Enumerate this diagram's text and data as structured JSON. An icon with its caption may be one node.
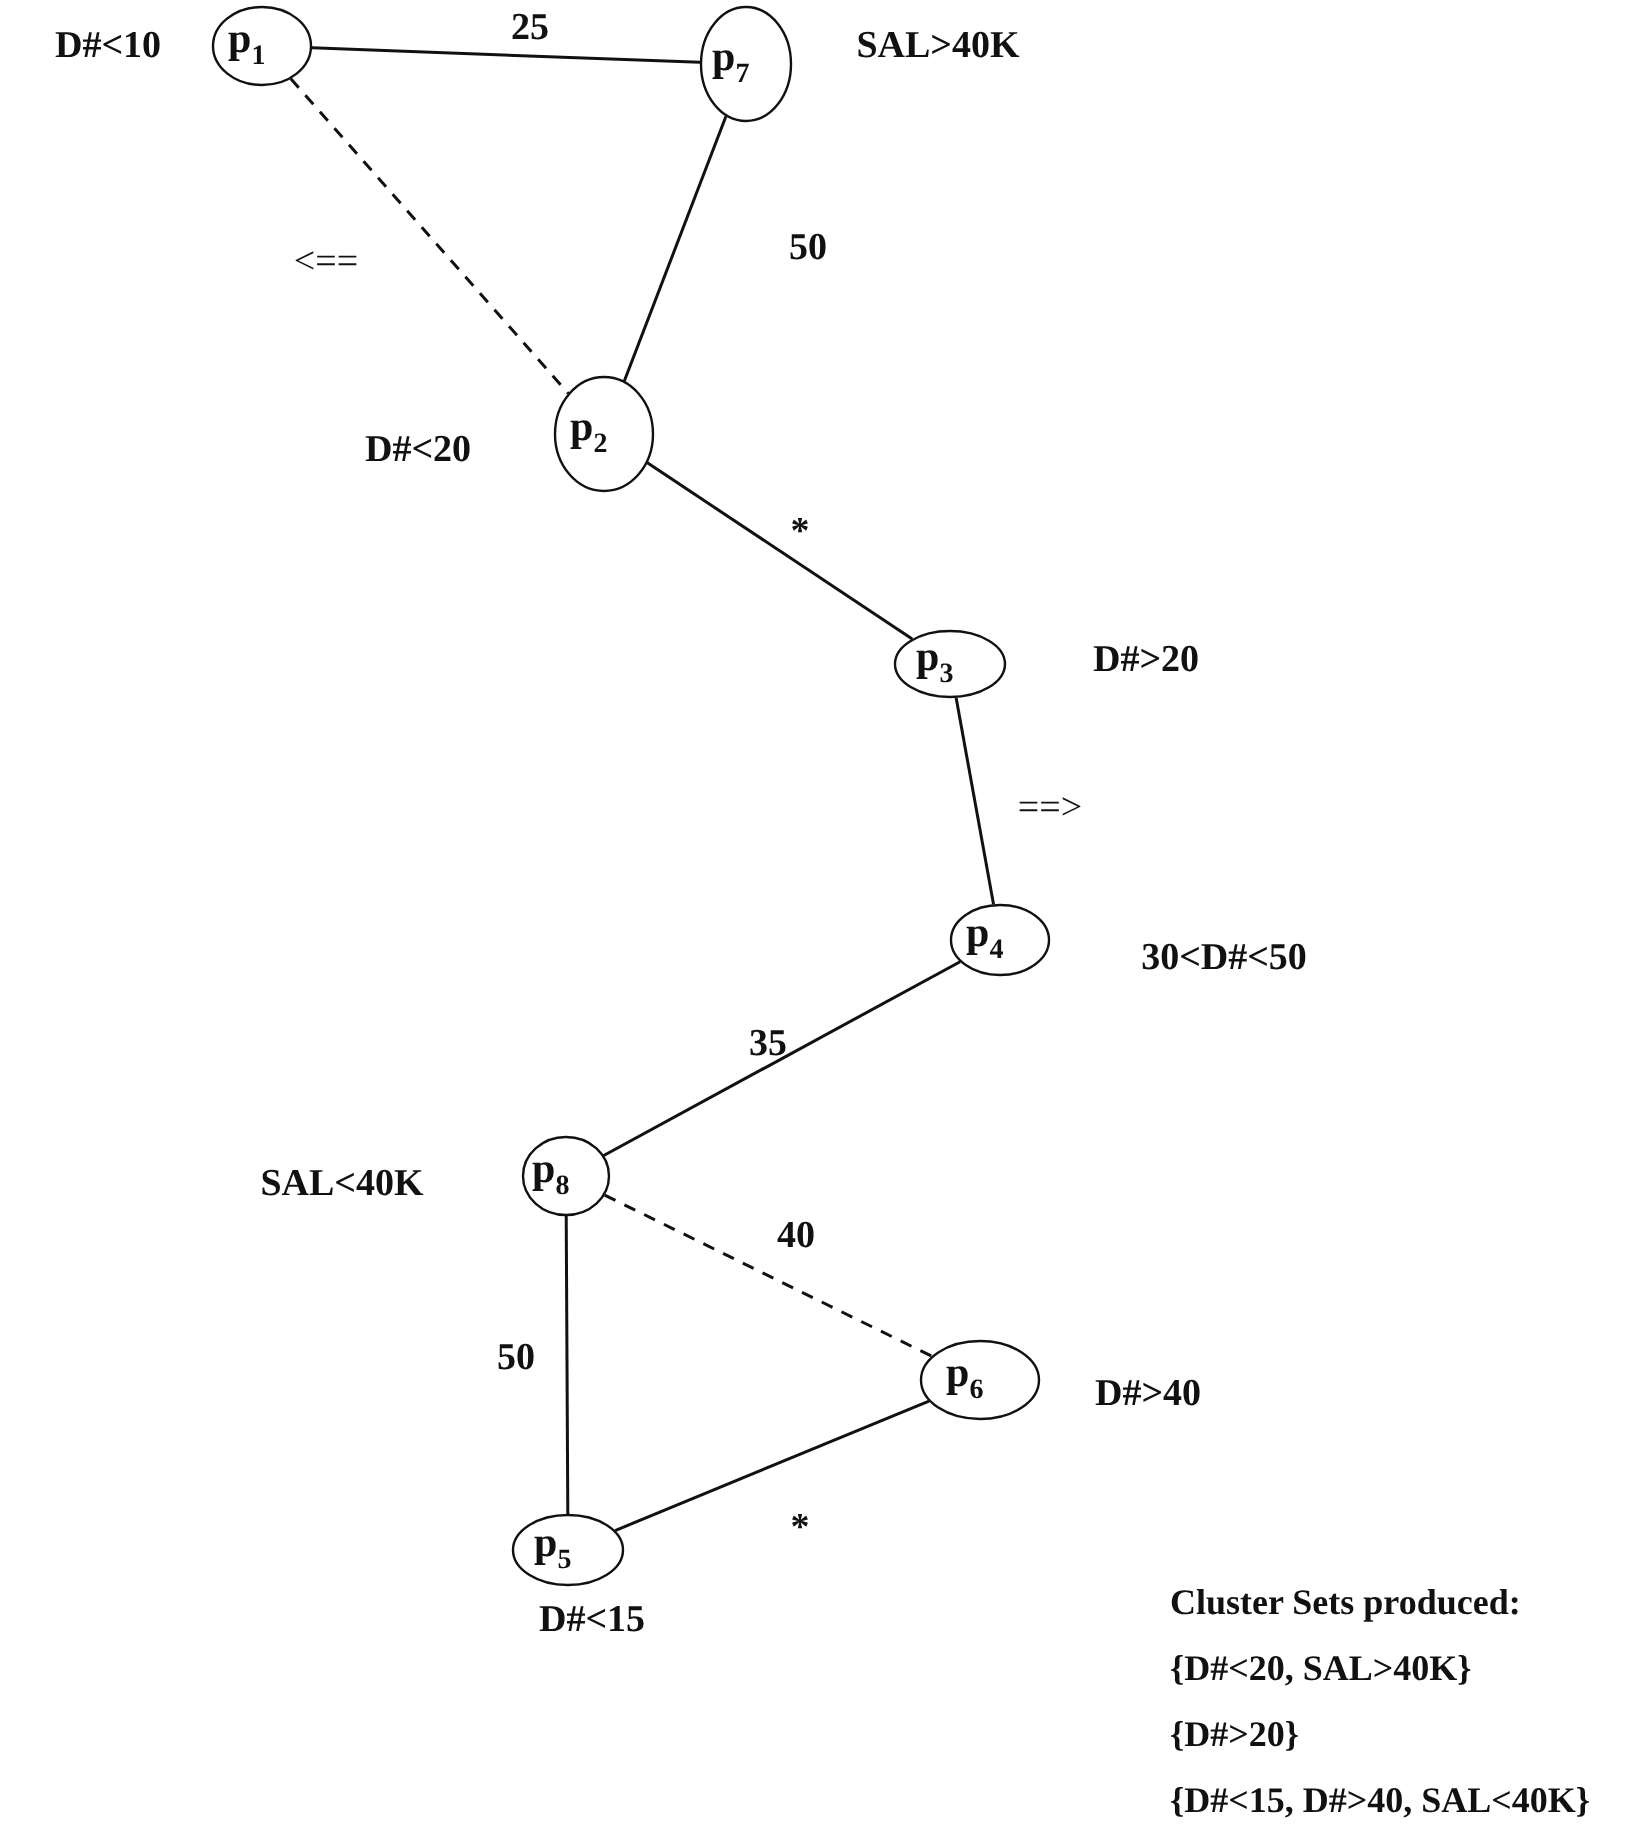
{
  "diagram": {
    "nodes": [
      {
        "text": [
          "p$_{1}$"
        ],
        "beside": [
          "D#<10"
        ]
      },
      {
        "text": [
          "p$_{7}$"
        ],
        "beside": [
          "SAL>40K"
        ]
      },
      {
        "text": [
          "p$_{2}$"
        ],
        "beside": [
          "D#<20"
        ]
      },
      {
        "text": [
          "p$_{3}$"
        ],
        "beside": [
          "D#>20"
        ]
      },
      {
        "text": [
          "p$_{4}$"
        ],
        "beside": [
          "30<D#<50"
        ]
      },
      {
        "text": [
          "p$_{8}$"
        ],
        "beside": [
          "SAL<40K"
        ]
      },
      {
        "text": [
          "p$_{6}$"
        ],
        "beside": [
          "D#>40"
        ]
      },
      {
        "text": [
          "p$_{5}$"
        ],
        "beside": [
          "D#<15"
        ]
      }
    ],
    "edges": [
      {
        "from": 0,
        "to": 1,
        "arrow": "none",
        "label": "25"
      },
      {
        "from": 0,
        "to": 2,
        "arrow": "none",
        "label": "<==",
        "style": "dashed"
      },
      {
        "from": 1,
        "to": 2,
        "arrow": "none",
        "label": "50"
      },
      {
        "from": 2,
        "to": 3,
        "arrow": "none",
        "label": "*"
      },
      {
        "from": 3,
        "to": 4,
        "arrow": "none",
        "label": "==>"
      },
      {
        "from": 4,
        "to": 5,
        "arrow": "none",
        "label": "35"
      },
      {
        "from": 5,
        "to": 6,
        "arrow": "none",
        "label": "40",
        "style": "dashed"
      },
      {
        "from": 5,
        "to": 7,
        "arrow": "none",
        "label": "50"
      },
      {
        "from": 7,
        "to": 6,
        "arrow": "none",
        "label": "*"
      }
    ],
    "labels": [
      "Cluster Sets produced:",
      "{D#<20, SAL>40K}",
      "{D#>20}",
      "{D#<15, D#>40, SAL<40K}"
    ]
  }
}
